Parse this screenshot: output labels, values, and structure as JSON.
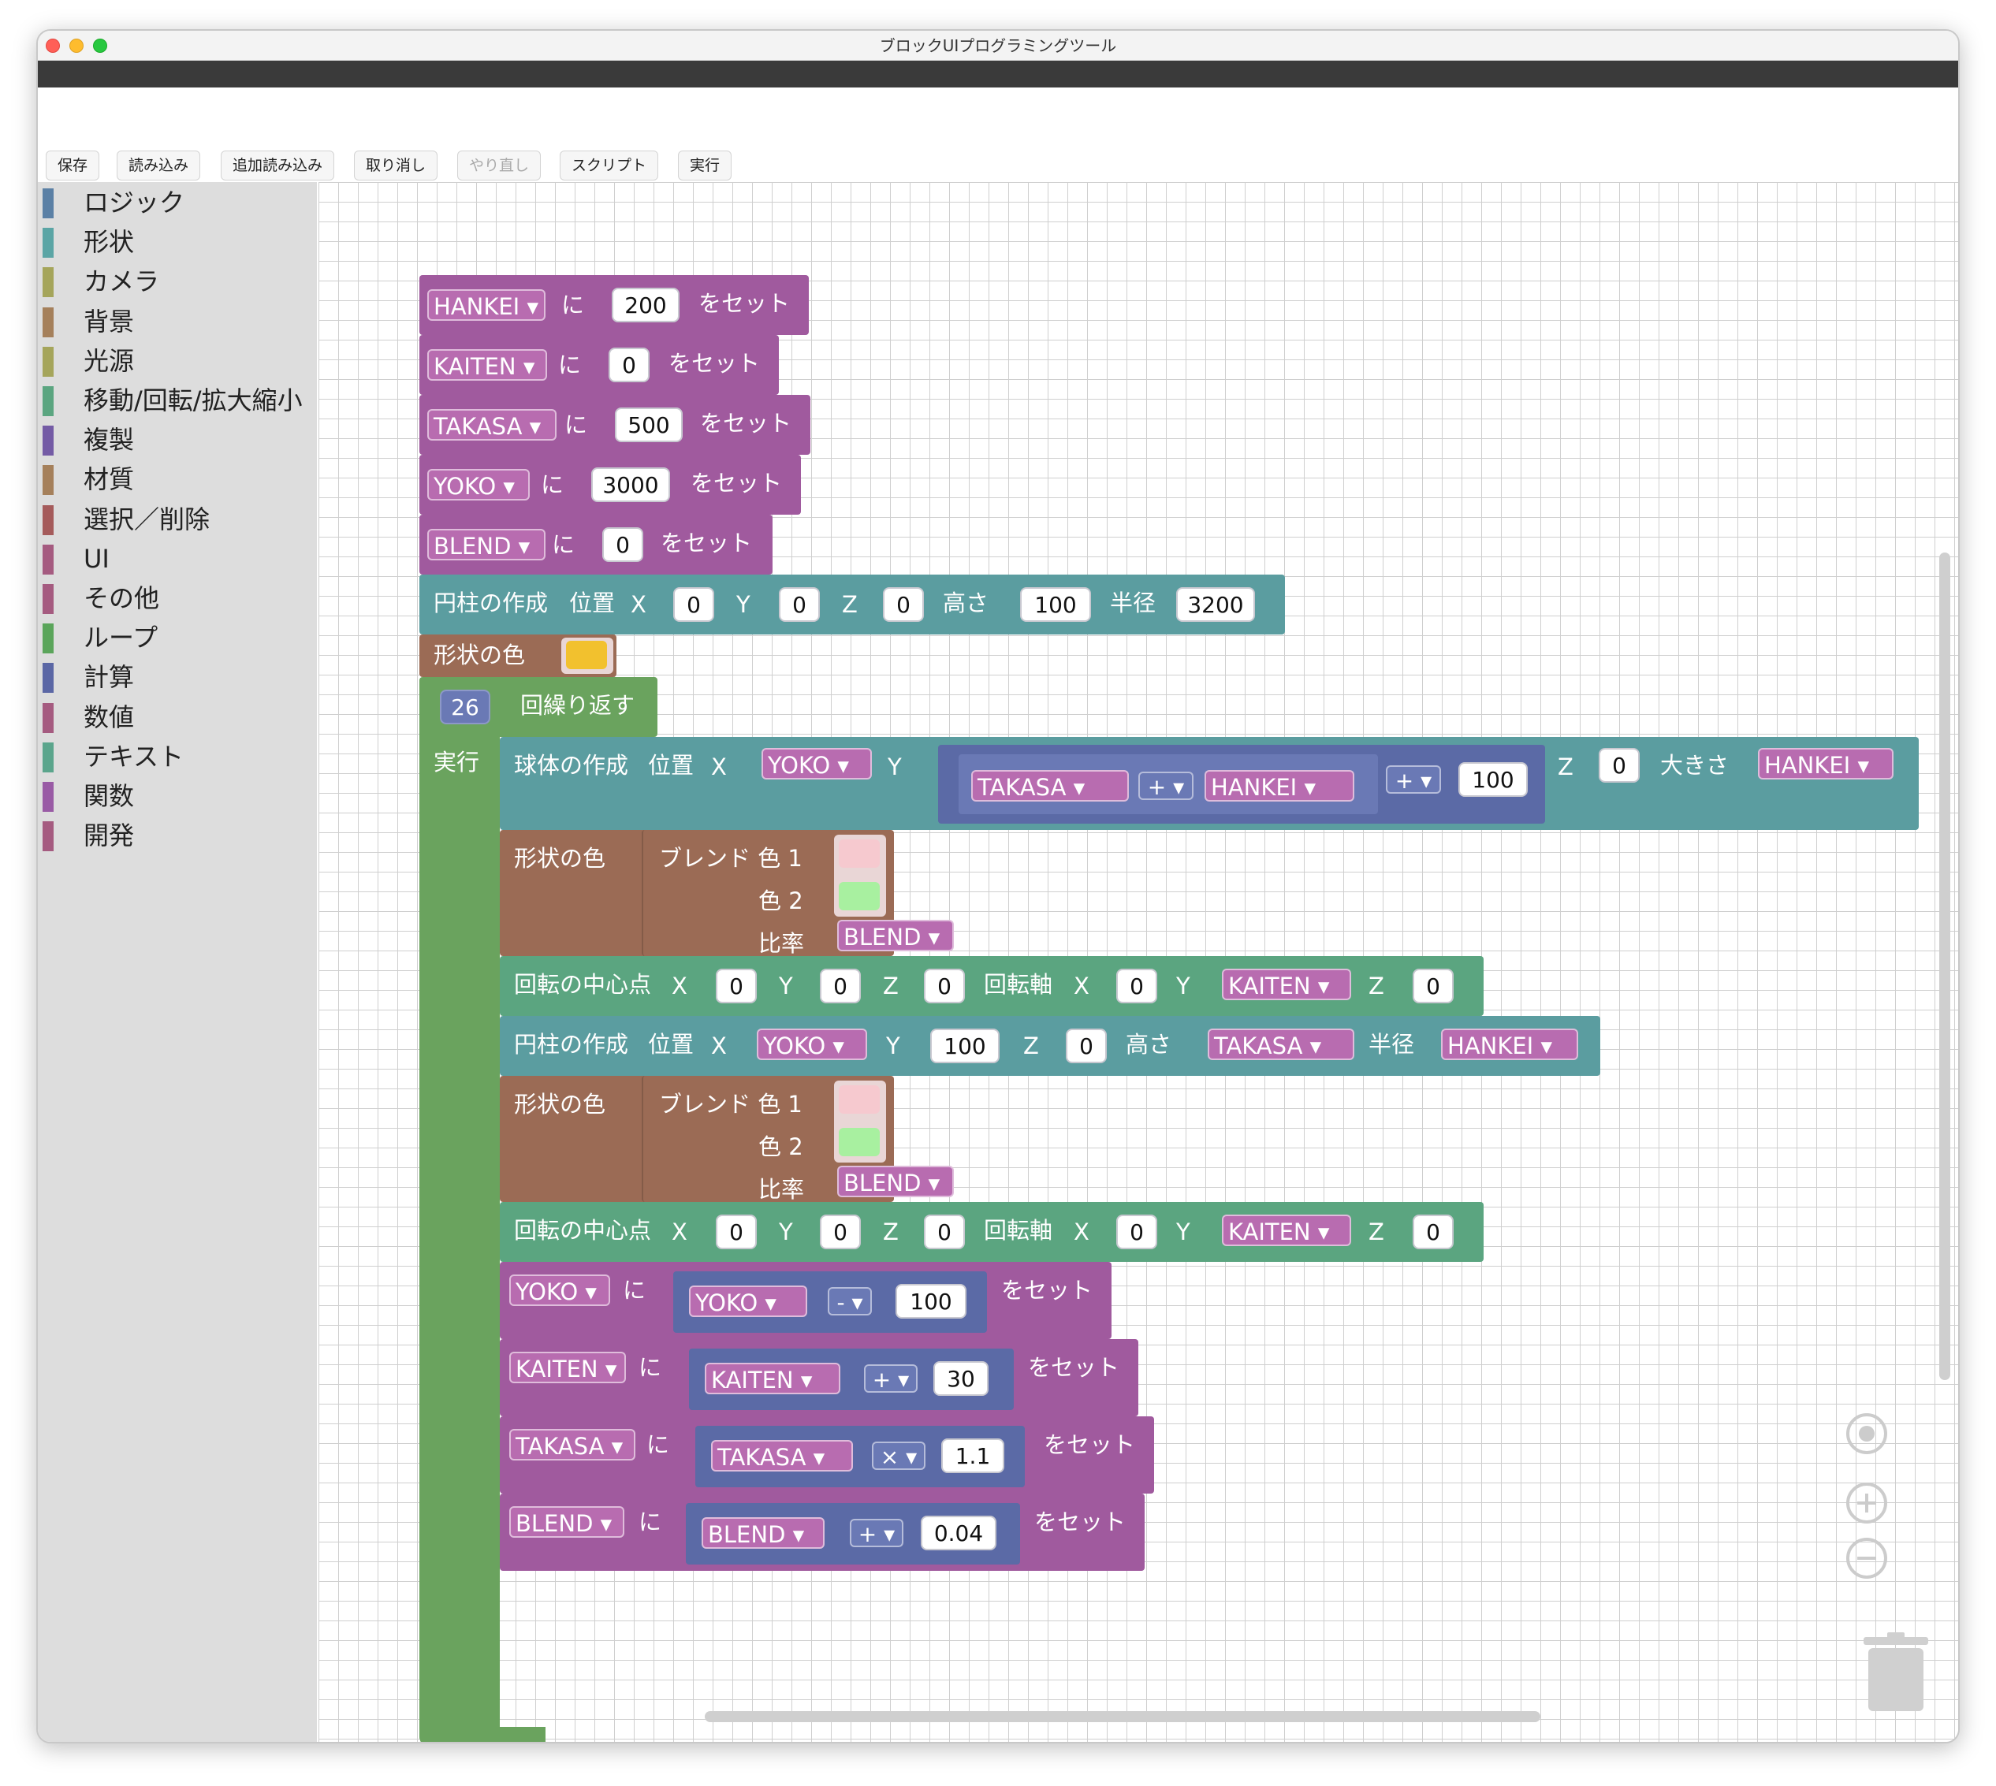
{
  "window": {
    "title": "ブロックUIプログラミングツール"
  },
  "toolbar": {
    "save": "保存",
    "load": "読み込み",
    "load_add": "追加読み込み",
    "undo": "取り消し",
    "redo": "やり直し",
    "script": "スクリプト",
    "run": "実行"
  },
  "categories": [
    {
      "label": "ロジック",
      "color": "#5b80a5"
    },
    {
      "label": "形状",
      "color": "#5ba5a5"
    },
    {
      "label": "カメラ",
      "color": "#a5a55b"
    },
    {
      "label": "背景",
      "color": "#a5805b"
    },
    {
      "label": "光源",
      "color": "#a5a55b"
    },
    {
      "label": "移動/回転/拡大縮小",
      "color": "#5ba580"
    },
    {
      "label": "複製",
      "color": "#745ba5"
    },
    {
      "label": "材質",
      "color": "#a5805b"
    },
    {
      "label": "選択／削除",
      "color": "#a55b5b"
    },
    {
      "label": "UI",
      "color": "#a55b80"
    },
    {
      "label": "その他",
      "color": "#a55b80"
    },
    {
      "label": "ループ",
      "color": "#5ba55b"
    },
    {
      "label": "計算",
      "color": "#5b67a5"
    },
    {
      "label": "数値",
      "color": "#a55b80"
    },
    {
      "label": "テキスト",
      "color": "#5ba58c"
    },
    {
      "label": "関数",
      "color": "#995ba5"
    },
    {
      "label": "開発",
      "color": "#a55b80"
    }
  ],
  "words": {
    "ni": "に",
    "set": "をセット",
    "cyl": "円柱の作成",
    "sph": "球体の作成",
    "pos": "位置",
    "x": "X",
    "y": "Y",
    "z": "Z",
    "height": "高さ",
    "radius": "半径",
    "size": "大きさ",
    "shape_color": "形状の色",
    "repeat": "回繰り返す",
    "do": "実行",
    "blend_c1": "ブレンド 色 1",
    "c2": "色 2",
    "ratio": "比率",
    "rot_center": "回転の中心点",
    "rot_axis": "回転軸"
  },
  "vars": {
    "hankei": "HANKEI",
    "kaiten": "KAITEN",
    "takasa": "TAKASA",
    "yoko": "YOKO",
    "blend": "BLEND"
  },
  "ops": {
    "plus": "+",
    "minus": "-",
    "times": "×"
  },
  "values": {
    "v200": "200",
    "v0": "0",
    "v500": "500",
    "v3000": "3000",
    "v100": "100",
    "v3200": "3200",
    "v26": "26",
    "v30": "30",
    "v11": "1.1",
    "v004": "0.04"
  },
  "colors": {
    "yellow": "#f2c12e",
    "pink": "#f6c9cf",
    "lightgreen": "#a8f0a0"
  }
}
